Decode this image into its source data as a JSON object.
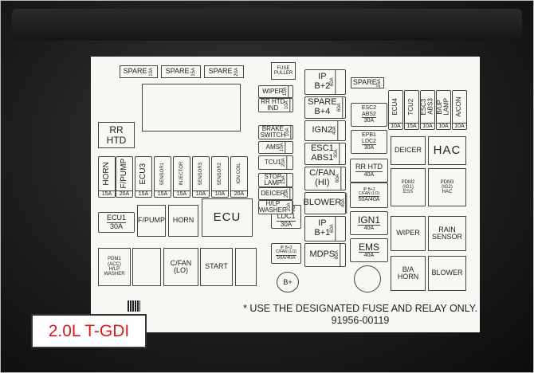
{
  "label": {
    "spares": [
      {
        "text": "SPARE",
        "amp": "10A"
      },
      {
        "text": "SPARE",
        "amp": "15A"
      },
      {
        "text": "SPARE",
        "amp": "20A"
      }
    ],
    "fuse_puller": "FUSE\nPULLER",
    "rr_htd_relay": "RR\nHTD",
    "bottom_fuses": [
      {
        "text": "HORN",
        "amp": "15A"
      },
      {
        "text": "F/PUMP",
        "amp": "20A"
      },
      {
        "text": "ECU3",
        "amp": "15A"
      },
      {
        "text": "SENSOR1",
        "amp": "15A"
      },
      {
        "text": "INJECTOR",
        "amp": "15A"
      },
      {
        "text": "SENSOR3",
        "amp": "10A"
      },
      {
        "text": "SENSOR2",
        "amp": "10A"
      },
      {
        "text": "IGN COIL",
        "amp": "20A"
      }
    ],
    "ecu1": {
      "text": "ECU1",
      "amp": "30A"
    },
    "fpump_relay": "F/PUMP",
    "horn_relay": "HORN",
    "ecu_relay": "ECU",
    "pdm1": "PDM1\n(ACC)\nH/LP\nWASHER",
    "cfan_lo": "C/FAN\n(LO)",
    "start": "START",
    "mid_small": [
      {
        "text": "WIPER",
        "amp": "10A"
      },
      {
        "text": "RR HTD\nIND",
        "amp": "10A"
      },
      {
        "text": "BRAKE\nSWITCH",
        "amp": "10A"
      },
      {
        "text": "AMS",
        "amp": "10A"
      },
      {
        "text": "TCU1",
        "amp": "20A"
      },
      {
        "text": "STOP\nLAMP",
        "amp": "15A"
      },
      {
        "text": "DEICER",
        "amp": "20A"
      },
      {
        "text": "H/LP\nWASHER",
        "amp": "20A"
      }
    ],
    "epb2": {
      "text": "EPB2\nLDC1",
      "amp": "30A"
    },
    "ipb3_small": {
      "text": "IP B+3\nC/FAN (LO)",
      "amp": "50A/40A"
    },
    "bplus": "B+",
    "mid_large": [
      {
        "text": "IP\nB+2",
        "amp": "60A"
      },
      {
        "text": "SPARE\nB+4",
        "amp": "60A"
      },
      {
        "text": "IGN2",
        "amp": "40A"
      },
      {
        "text": "ESC1\nABS1",
        "amp": "30A"
      },
      {
        "text": "C/FAN\n(HI)",
        "amp": "60A"
      },
      {
        "text": "BLOWER",
        "amp": "40A"
      },
      {
        "text": "IP\nB+1",
        "amp": "60A"
      },
      {
        "text": "MDPS",
        "amp": "80A"
      }
    ],
    "spare_25": {
      "text": "SPARE",
      "amp": "25A"
    },
    "esc2": {
      "text": "ESC2\nABS2",
      "amp": "30A"
    },
    "epb1": {
      "text": "EPB1\nLDC2",
      "amp": "30A"
    },
    "rr_htd_fuse": {
      "text": "RR HTD",
      "amp": "40A"
    },
    "ipb3_big": {
      "text": "IP B+3\nC/FAN (LO)",
      "amp": "50A/40A"
    },
    "ign1": {
      "text": "IGN1",
      "amp": "40A"
    },
    "ems": {
      "text": "EMS",
      "amp": "40A"
    },
    "right_fuses": [
      {
        "text": "ECU4",
        "amp": "10A"
      },
      {
        "text": "TCU2",
        "amp": "15A"
      },
      {
        "text": "ESC3\nABS3",
        "amp": "10A"
      },
      {
        "text": "B/UP\nLAMP",
        "amp": "10A"
      },
      {
        "text": "A/CON",
        "amp": "10A"
      }
    ],
    "deicer_relay": "DEICER",
    "hac_relay": "HAC",
    "pdm2": "PDM2\n(IG1)\nESS",
    "pdm3": "PDM3\n(IG2)\nHAC",
    "wiper_relay": "WIPER",
    "rain_sensor": "RAIN\nSENSOR",
    "ba_horn": "B/A\nHORN",
    "blower_relay": "BLOWER",
    "note_line1": "* USE THE DESIGNATED FUSE AND RELAY ONLY.",
    "note_line2": "91956-00119"
  },
  "badge": "2.0L T-GDI",
  "colors": {
    "badge_text": "#d31b1b",
    "label_bg": "#f7f7f4",
    "housing": "#1e1e1e"
  }
}
